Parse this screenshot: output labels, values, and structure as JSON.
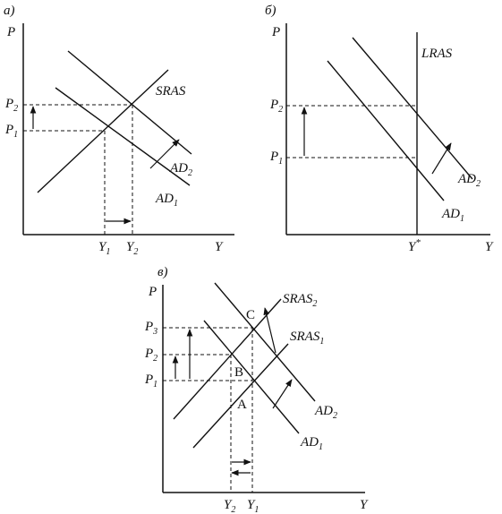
{
  "panels": {
    "a": {
      "tag": "а)",
      "p": "P",
      "y": "Y",
      "p1": "P",
      "p1s": "1",
      "p2": "P",
      "p2s": "2",
      "y1": "Y",
      "y1s": "1",
      "y2": "Y",
      "y2s": "2",
      "sras": "SRAS",
      "ad1": "AD",
      "ad1s": "1",
      "ad2": "AD",
      "ad2s": "2"
    },
    "b": {
      "tag": "б)",
      "p": "P",
      "y": "Y",
      "p1": "P",
      "p1s": "1",
      "p2": "P",
      "p2s": "2",
      "ystar": "Y",
      "ystars": "*",
      "lras": "LRAS",
      "ad1": "AD",
      "ad1s": "1",
      "ad2": "AD",
      "ad2s": "2"
    },
    "c": {
      "tag": "в)",
      "p": "P",
      "y": "Y",
      "p1": "P",
      "p1s": "1",
      "p2": "P",
      "p2s": "2",
      "p3": "P",
      "p3s": "3",
      "y2": "Y",
      "y2s": "2",
      "y1": "Y",
      "y1s": "1",
      "sras2": "SRAS",
      "sras2s": "2",
      "sras1": "SRAS",
      "sras1s": "1",
      "ad2": "AD",
      "ad2s": "2",
      "ad1": "AD",
      "ad1s": "1",
      "pa": "A",
      "pb": "B",
      "pc": "C"
    }
  }
}
